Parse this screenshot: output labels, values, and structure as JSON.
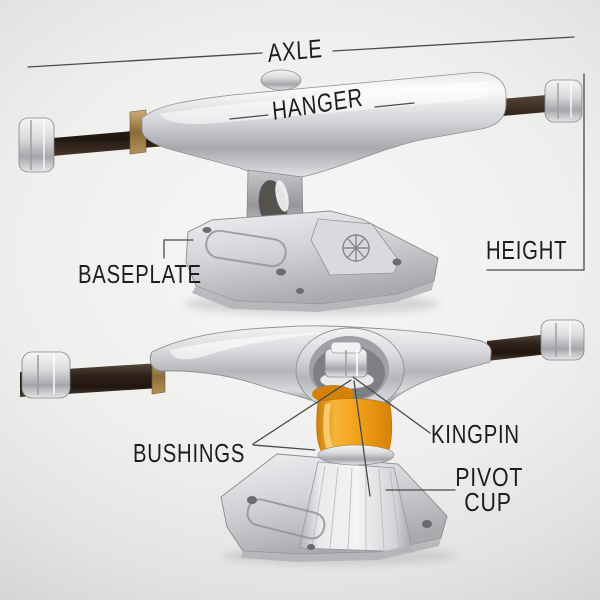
{
  "diagram": {
    "labels": {
      "axle": "AXLE",
      "hanger": "HANGER",
      "baseplate": "BASEPLATE",
      "height": "HEIGHT",
      "bushings": "BUSHINGS",
      "kingpin": "KINGPIN",
      "pivot_cup_line1": "PIVOT",
      "pivot_cup_line2": "CUP"
    },
    "colors": {
      "label_text": "#1d1d1b",
      "leader_line": "#4a4a48",
      "bushing_orange": "#f09d1e",
      "bushing_orange_dark": "#d4820a",
      "metal_highlight": "#fafafa",
      "metal_mid": "#c9cacd",
      "metal_shadow": "#8d8e92",
      "axle_rod_dark": "#33261d",
      "brass_washer": "#a08049",
      "background_center": "#f6f6f4",
      "background_edge": "#c2c2c0"
    }
  }
}
